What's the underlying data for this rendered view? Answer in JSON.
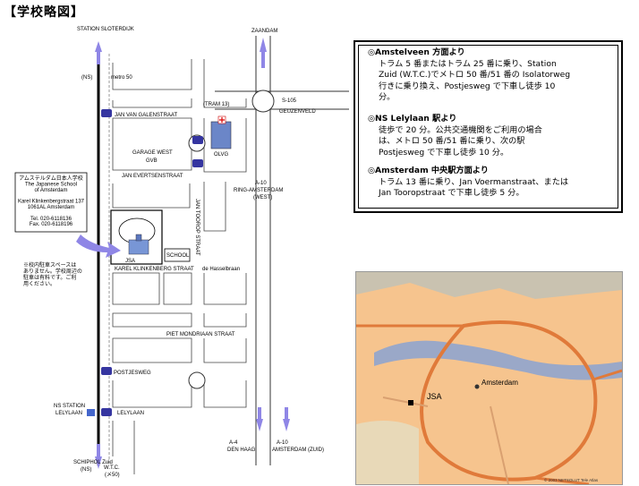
{
  "title": "【学校略図】",
  "map": {
    "station_sloterdijk": "STATION SLOTERDIJK",
    "zaandam": "ZAANDAM",
    "ns_metro": "(NS)",
    "metro50": "metro 50",
    "tram13": "(TRAM 13)",
    "s105": "S-105",
    "geuzenveld": "GEUZENVELD",
    "jan_van_galen": "JAN VAN GALENSTRAAT",
    "garage_west": "GARAGE WEST",
    "gvb": "GVB",
    "olvg": "OLVG",
    "jan_evertsen": "JAN EVERTSENSTRAAT",
    "a10": "A-10",
    "ring_amsterdam": "RING-AMSTERDAM",
    "west": "(WEST)",
    "jan_tooropstraat": "JAN TOOROP STRAAT",
    "school": "SCHOOL",
    "jsa": "JSA",
    "karel_klinkenberg": "KAREL KLINKENBERG STRAAT",
    "de_hasselbraan": "de Hasselbraan",
    "piet_mondriaan": "PIET MONDRIAAN STRAAT",
    "postjesweg": "POSTJESWEG",
    "ns_station_lelylaan_1": "NS STATION",
    "ns_station_lelylaan_2": "LELYLAAN",
    "lelylaan": "LELYLAAN",
    "schiphol_zuid": "SCHIPHOL Zuid",
    "ns_bottom": "(NS)",
    "wtc": "W.T.C.",
    "metro50_bottom": "(メ50)",
    "a4": "A-4",
    "den_haag": "DEN HAAG",
    "a10_bottom": "A-10",
    "amsterdam_zuid": "AMSTERDAM (ZUID)",
    "school_box": [
      "アムステルダム日本人学校",
      "The Japanese School",
      "of Amsterdam",
      "",
      "Karel Klinkenbergstraat 137",
      "1061AL    Amsterdam",
      "",
      "Tel.   020-6118136",
      "Fax.  020-6118196"
    ],
    "note": [
      "※校内駐車スペースは",
      "ありません。学校周辺の",
      "駐車は有料です。ご利",
      "用ください。"
    ]
  },
  "info": {
    "sections": [
      {
        "heading": "◎Amstelveen 方面より",
        "lines": [
          "トラム 5 番またはトラム 25 番に乗り、Station",
          "Zuid (W.T.C.)でメトロ 50 番/51 番の Isolatorweg",
          "行きに乗り換え、Postjesweg で下車し徒歩 10",
          "分。"
        ]
      },
      {
        "heading": "◎NS Lelylaan 駅より",
        "lines": [
          "徒歩で 20 分。公共交通機関をご利用の場合",
          "は、メトロ 50 番/51 番に乗り、次の駅",
          "Postjesweg で下車し徒歩 10 分。"
        ]
      },
      {
        "heading": "◎Amsterdam 中央駅方面より",
        "lines": [
          "トラム 13 番に乗り、Jan Voermanstraat、または",
          "Jan Tooropstraat で下車し徒歩 5 分。"
        ]
      }
    ]
  },
  "inset": {
    "jsa": "JSA",
    "amsterdam": "Amsterdam",
    "copyright": "© 2003 NETSOLUT Tele Atlas"
  },
  "colors": {
    "arrow": "#8f86e6",
    "map_land": "#f6c48e",
    "highway": "#e07a3a",
    "water": "#9aa8c8"
  }
}
